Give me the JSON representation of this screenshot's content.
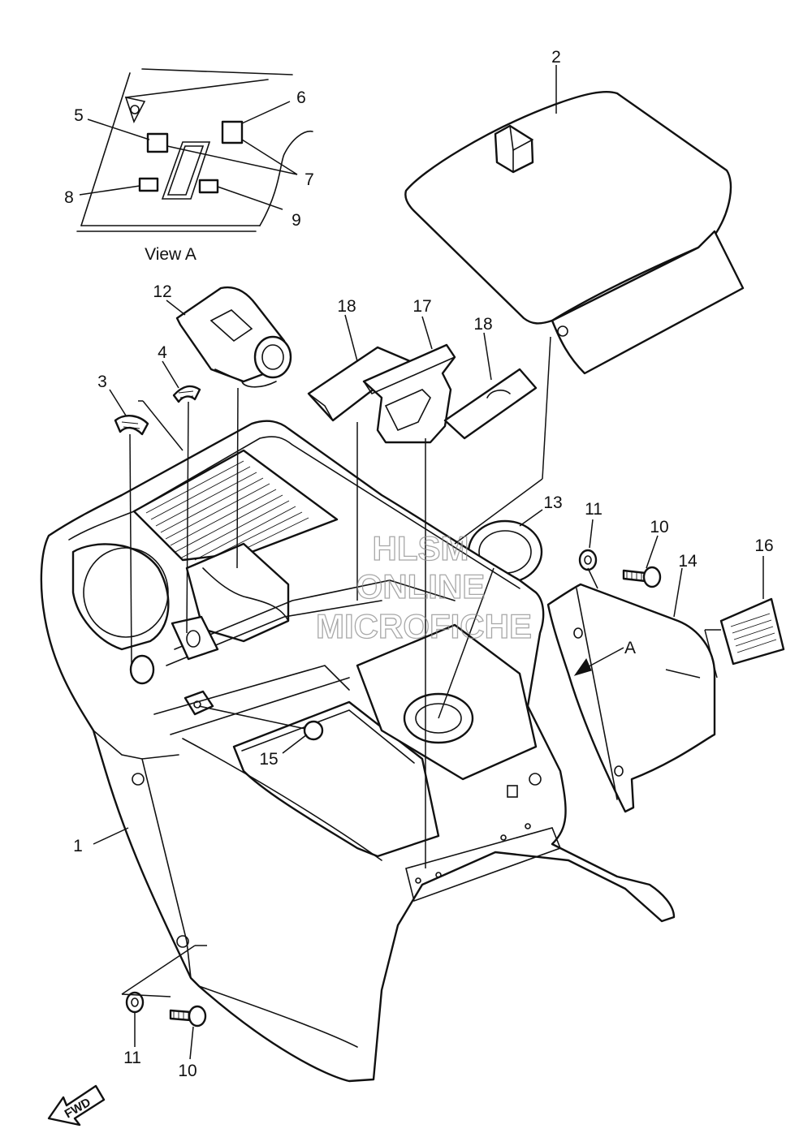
{
  "view_label": "View A",
  "view_arrow_label": "A",
  "forward_label": "FWD",
  "watermark": [
    "HLSM",
    "ONLINE",
    "MICROFICHE"
  ],
  "callouts": {
    "c1": "1",
    "c2": "2",
    "c3": "3",
    "c4": "4",
    "c5": "5",
    "c6": "6",
    "c7": "7",
    "c8": "8",
    "c9": "9",
    "c10a": "10",
    "c10b": "10",
    "c11a": "11",
    "c11b": "11",
    "c12": "12",
    "c13": "13",
    "c14": "14",
    "c15": "15",
    "c16": "16",
    "c17": "17",
    "c18a": "18",
    "c18b": "18"
  }
}
